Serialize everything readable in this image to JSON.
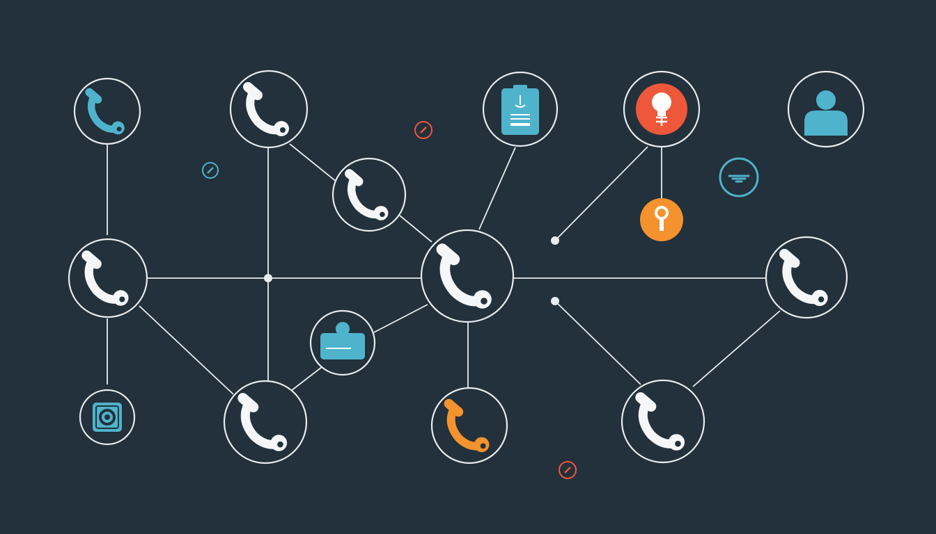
{
  "colors": {
    "background": "#22313b",
    "line": "#e8ecee",
    "blue": "#4fb3cc",
    "red_orange": "#ef573a",
    "orange": "#f4922e",
    "white": "#f4f6f7"
  },
  "nodes": [
    {
      "id": "n1",
      "icon": "phone-icon",
      "color": "blue"
    },
    {
      "id": "n2",
      "icon": "phone-icon",
      "color": "white"
    },
    {
      "id": "n3",
      "icon": "phone-icon",
      "color": "white"
    },
    {
      "id": "n4",
      "icon": "clipboard-icon",
      "color": "blue"
    },
    {
      "id": "n5",
      "icon": "lightbulb-icon",
      "color": "red_orange"
    },
    {
      "id": "n6",
      "icon": "user-icon",
      "color": "blue"
    },
    {
      "id": "n7",
      "icon": "phone-icon",
      "color": "white"
    },
    {
      "id": "n8",
      "icon": "phone-icon",
      "color": "white"
    },
    {
      "id": "n9",
      "icon": "phone-icon",
      "color": "white"
    },
    {
      "id": "n10",
      "icon": "message-card-icon",
      "color": "blue"
    },
    {
      "id": "n11",
      "icon": "at-sign-icon",
      "color": "blue"
    },
    {
      "id": "n12",
      "icon": "phone-icon",
      "color": "white"
    },
    {
      "id": "n13",
      "icon": "phone-icon",
      "color": "orange"
    },
    {
      "id": "n14",
      "icon": "phone-icon",
      "color": "white"
    },
    {
      "id": "n15",
      "icon": "lightbulb-icon",
      "color": "orange"
    },
    {
      "id": "n16",
      "icon": "wifi-icon",
      "color": "blue"
    },
    {
      "id": "n17",
      "icon": "small-badge-icon",
      "color": "blue"
    },
    {
      "id": "n18",
      "icon": "small-badge-icon",
      "color": "red_orange"
    },
    {
      "id": "n19",
      "icon": "small-badge-icon",
      "color": "red_orange"
    }
  ]
}
